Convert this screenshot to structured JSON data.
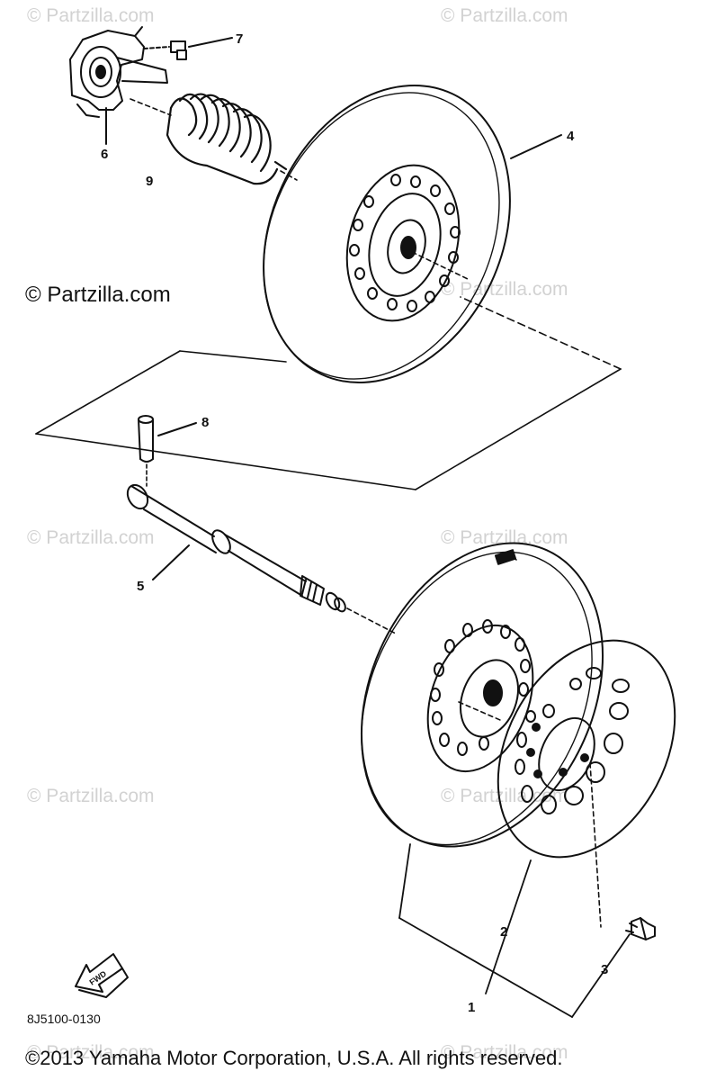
{
  "watermark": "© Partzilla.com",
  "callouts": {
    "c1": "1",
    "c2": "2",
    "c3": "3",
    "c4": "4",
    "c5": "5",
    "c6": "6",
    "c7": "7",
    "c8": "8",
    "c9": "9"
  },
  "fwd_label": "FWD",
  "diagram_code": "8J5100-0130",
  "copyright": "©2013 Yamaha Motor Corporation, U.S.A. All rights reserved."
}
